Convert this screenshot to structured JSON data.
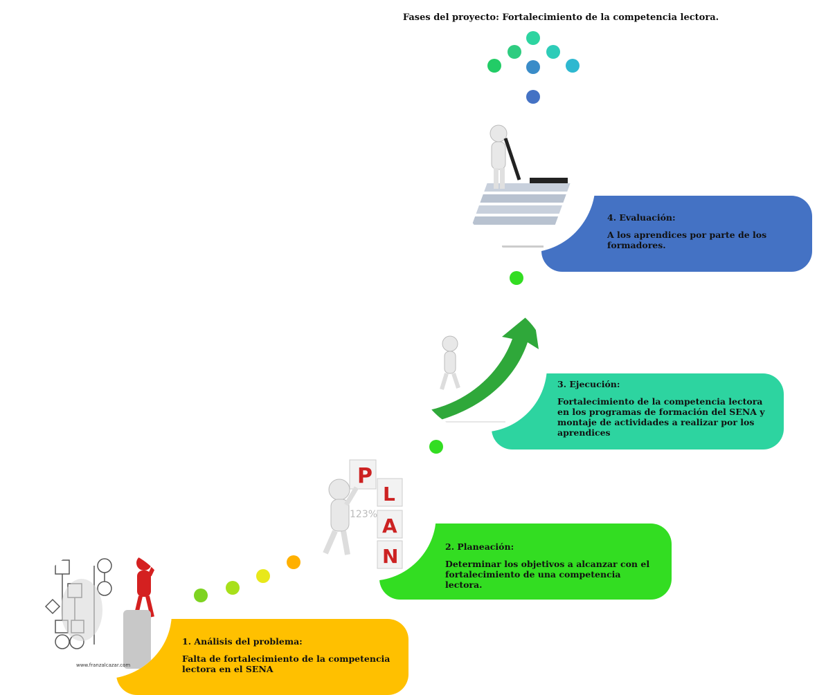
{
  "title": "Fases del proyecto: Fortalecimiento de la competencia lectora.",
  "phases": [
    {
      "heading": "1. Análisis del problema:",
      "description": "Falta de fortalecimiento de la competencia lectora en el SENA",
      "color": "#FFC000"
    },
    {
      "heading": "2. Planeación:",
      "description": "Determinar los objetivos a alcanzar con el fortalecimiento de una competencia lectora.",
      "color": "#33DD22"
    },
    {
      "heading": "3. Ejecución:",
      "description": "Fortalecimiento de la competencia lectora en los programas de formación del SENA y montaje de actividades a realizar por los aprendices",
      "color": "#2DD4A0"
    },
    {
      "heading": "4. Evaluación:",
      "description": "A los aprendices por parte de los formadores.",
      "color": "#4472C4"
    }
  ],
  "illustrations": {
    "flowchart_caption": "www.franzalcazar.com",
    "plan_letters": [
      "P",
      "L",
      "A",
      "N"
    ],
    "plan_numbers": "123%"
  },
  "colors": {
    "yellow": "#FFC000",
    "green": "#33DD22",
    "teal": "#2DD4A0",
    "blue": "#4472C4",
    "lime": "#99E01A",
    "orange": "#FFB000",
    "cyan": "#2EC4D0"
  }
}
